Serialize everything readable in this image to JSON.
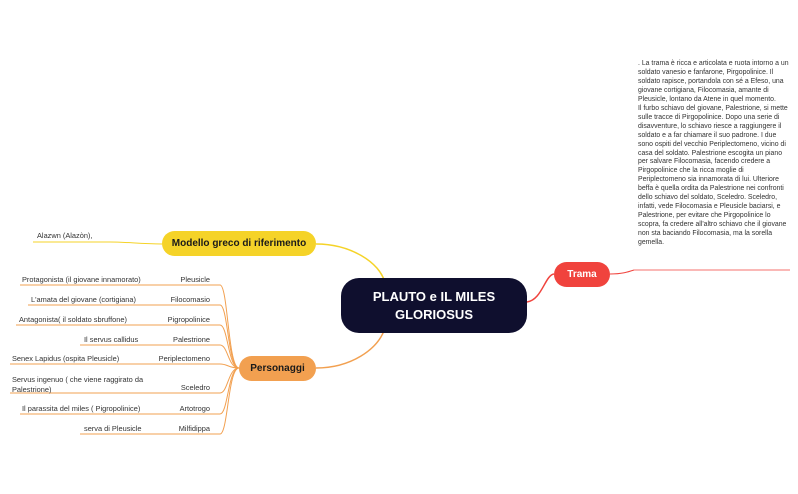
{
  "central": {
    "title": "PLAUTO e IL MILES GLORIOSUS"
  },
  "branches": {
    "modello": {
      "label": "Modello greco di riferimento",
      "color": "#f5d328",
      "child": "Alazwn (Alazòn),"
    },
    "personaggi": {
      "label": "Personaggi",
      "color": "#f2a050",
      "rows": [
        {
          "name": "Pleusicle",
          "role": "Protagonista (il giovane innamorato)"
        },
        {
          "name": "Filocomasio",
          "role": "L'amata del giovane (cortigiana)"
        },
        {
          "name": "Pigropolinice",
          "role": "Antagonista( il soldato sbruffone)"
        },
        {
          "name": "Palestrione",
          "role": "Il servus callidus"
        },
        {
          "name": "Periplectomeno",
          "role": "Senex Lapidus (ospita Pleusicle)"
        },
        {
          "name": "Sceledro",
          "role": "Servus ingenuo ( che viene raggirato da Palestrione)"
        },
        {
          "name": "Artotrogo",
          "role": "Il parassita del miles ( Pigropolinice)"
        },
        {
          "name": "Milfidippa",
          "role": "serva di Pleusicle"
        }
      ]
    },
    "trama": {
      "label": "Trama",
      "color": "#f0433d",
      "paragraphs": [
        ". La trama è ricca e articolata e ruota intorno a un soldato vanesio e fanfarone, Pirgopolinice. Il soldato rapisce, portandola con sé a Efeso, una giovane cortigiana, Filocomasia, amante di Pleusicle, lontano da Atene in quel momento.",
        "Il furbo schiavo del giovane, Palestrione, si mette sulle tracce di Pirgopolinice. Dopo una serie di disavventure, lo schiavo riesce a raggiungere il soldato e a far chiamare il suo padrone. I due sono ospiti del vecchio Periplectomeno, vicino di casa del soldato. Palestrione escogita un piano per salvare Filocomasia, facendo credere a Pirgopolinice che la ricca moglie di Periplectomeno sia innamorata di lui. Ulteriore beffa è quella ordita da Palestrione nei confronti dello schiavo del soldato, Sceledro. Sceledro, infatti, vede Filocomasia e Pleusicle baciarsi, e Palestrione, per evitare che Pirgopolinice lo scopra, fa credere all'altro schiavo che il giovane non sta baciando Filocomasia, ma la sorella gemella."
      ]
    }
  }
}
